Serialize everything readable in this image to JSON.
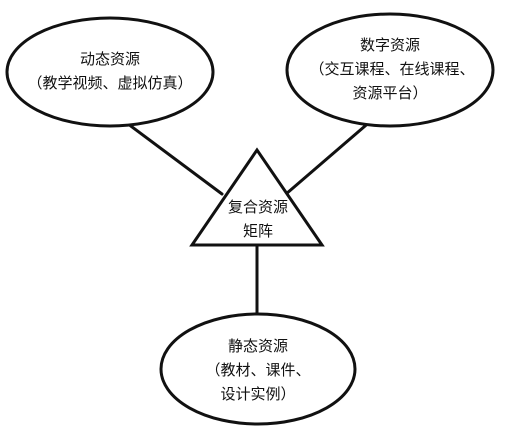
{
  "center": {
    "line1": "复合资源",
    "line2": "矩阵"
  },
  "dynamic": {
    "title": "动态资源",
    "detail": "（教学视频、虚拟仿真）"
  },
  "digital": {
    "title": "数字资源",
    "detail1": "（交互课程、在线课程、",
    "detail2": "资源平台）"
  },
  "static": {
    "title": "静态资源",
    "detail1": "（教材、课件、",
    "detail2": "设计实例）"
  }
}
